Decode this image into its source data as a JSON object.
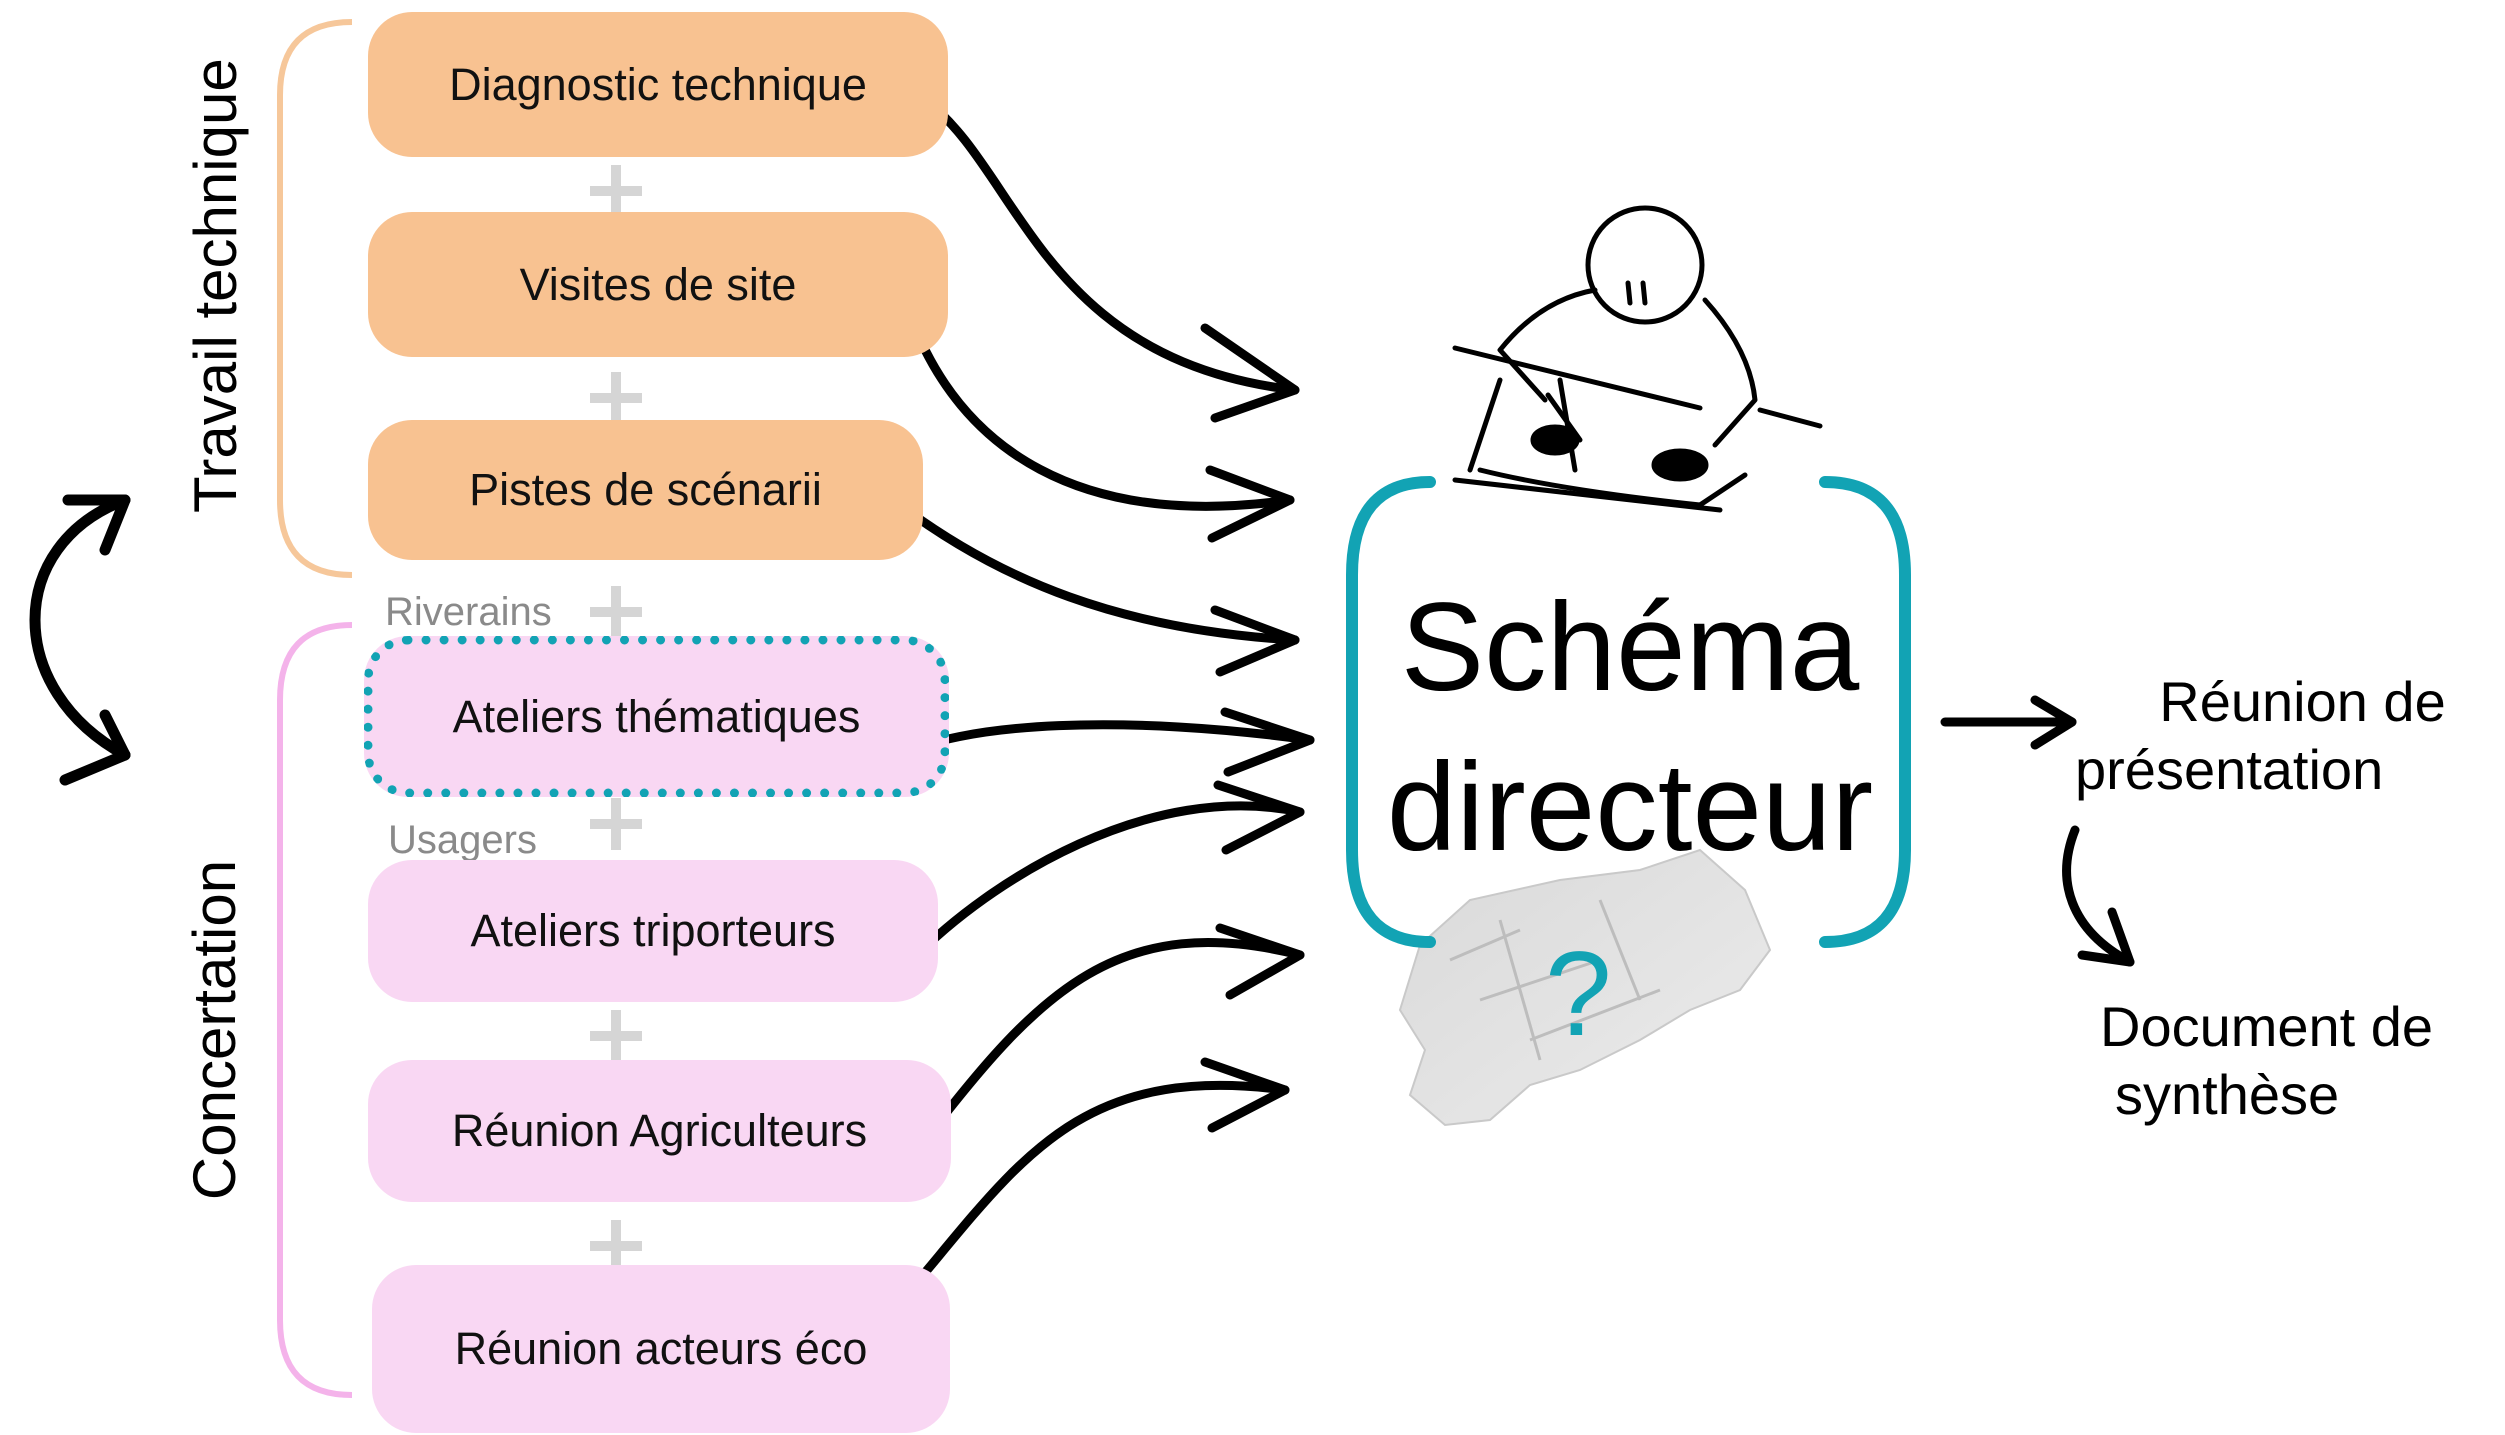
{
  "groups": {
    "technical": "Travail technique",
    "consultation": "Concertation"
  },
  "boxes": {
    "diagnostic": "Diagnostic technique",
    "visits": "Visites de site",
    "scenarios": "Pistes de scénarii",
    "thematic": "Ateliers thématiques",
    "tricycle": "Ateliers triporteurs",
    "farmers": "Réunion Agriculteurs",
    "eco": "Réunion acteurs éco"
  },
  "audience_labels": {
    "residents": "Riverains",
    "users": "Usagers"
  },
  "center": {
    "line1": "Schéma",
    "line2": "directeur",
    "question": "?"
  },
  "outputs": {
    "presentation_line1": "Réunion de",
    "presentation_line2": "présentation",
    "synthesis_line1": "Document de",
    "synthesis_line2": "synthèse"
  },
  "colors": {
    "technical_box": "#f8c291",
    "technical_bracket": "#f6c79a",
    "consultation_box": "#f9d7f3",
    "consultation_bracket": "#f4b3ea",
    "accent_teal": "#12a3b4",
    "plus_grey": "#d5d5d5"
  }
}
